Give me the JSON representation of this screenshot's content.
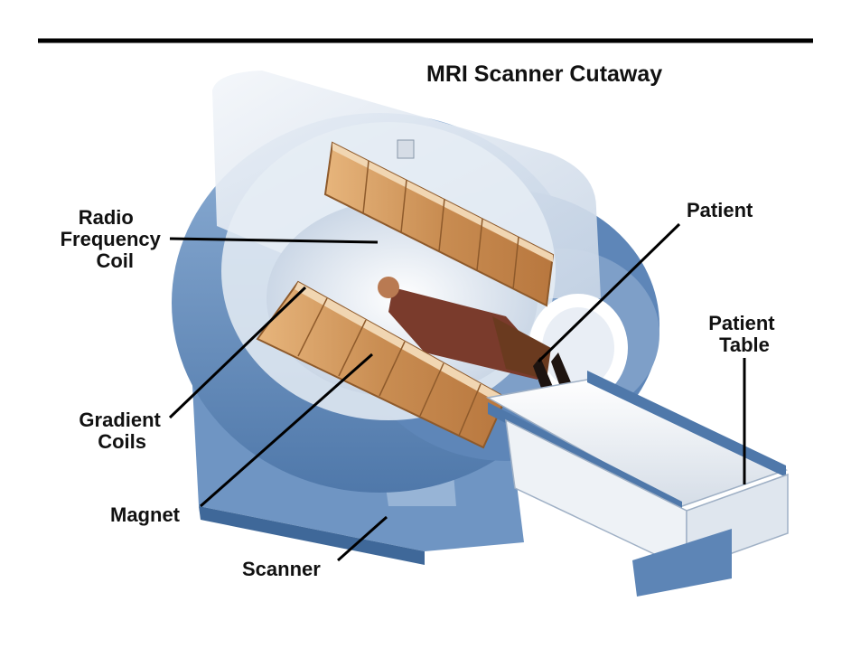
{
  "title": "MRI Scanner Cutaway",
  "labels": {
    "radio_frequency_coil": [
      "Radio",
      "Frequency",
      "Coil"
    ],
    "gradient_coils": [
      "Gradient",
      "Coils"
    ],
    "magnet": "Magnet",
    "scanner": "Scanner",
    "patient": "Patient",
    "patient_table": [
      "Patient",
      "Table"
    ]
  },
  "colors": {
    "housing_blue": "#5f86b7",
    "housing_light": "#dfe6ef",
    "coil_orange": "#c88a4e",
    "table_white": "#f4f6f8",
    "rule": "#000000"
  }
}
